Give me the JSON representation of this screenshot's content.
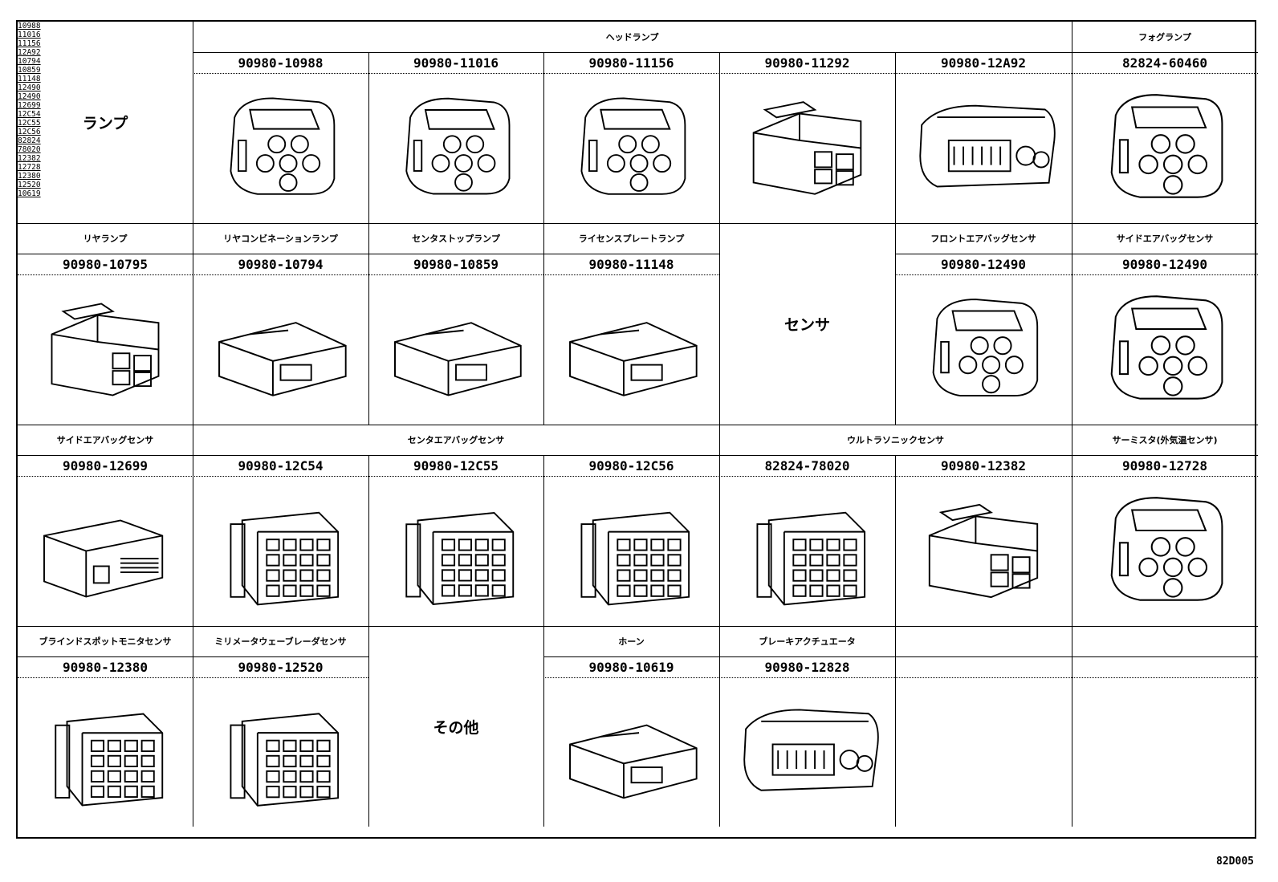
{
  "rows": [
    {
      "group_label": "ランプ",
      "headers": [
        {
          "text": "ヘッドランプ",
          "span": 5
        },
        {
          "text": "フォグランプ",
          "span": 1
        }
      ],
      "parts": [
        {
          "pn": "90980-10988",
          "callout": "10988"
        },
        {
          "pn": "90980-11016",
          "callout": "11016"
        },
        {
          "pn": "90980-11156",
          "callout": "11156"
        },
        {
          "pn": "90980-11292",
          "callout": ""
        },
        {
          "pn": "90980-12A92",
          "callout": "12A92"
        },
        {
          "pn": "82824-60460",
          "callout": ""
        }
      ]
    },
    {
      "headers": [
        {
          "text": "リヤランプ"
        },
        {
          "text": "リヤコンビネーションランプ"
        },
        {
          "text": "センタストップランプ"
        },
        {
          "text": "ライセンスプレートランプ"
        },
        {
          "text": "センサ"
        },
        {
          "text": "フロントエアバッグセンサ"
        },
        {
          "text": "サイドエアバッグセンサ"
        }
      ],
      "parts": [
        {
          "pn": "90980-10795",
          "callout": ""
        },
        {
          "pn": "90980-10794",
          "callout": "10794"
        },
        {
          "pn": "90980-10859",
          "callout": "10859"
        },
        {
          "pn": "90980-11148",
          "callout": "11148"
        },
        {
          "pn": "",
          "callout": ""
        },
        {
          "pn": "90980-12490",
          "callout": "12490"
        },
        {
          "pn": "90980-12490",
          "callout": "12490"
        }
      ]
    },
    {
      "headers": [
        {
          "text": "サイドエアバッグセンサ",
          "span": 1
        },
        {
          "text": "センタエアバッグセンサ",
          "span": 3
        },
        {
          "text": "ウルトラソニックセンサ",
          "span": 2
        },
        {
          "text": "サーミスタ(外気温センサ)",
          "span": 1
        }
      ],
      "parts": [
        {
          "pn": "90980-12699",
          "callout": "12699"
        },
        {
          "pn": "90980-12C54",
          "callout": "12C54"
        },
        {
          "pn": "90980-12C55",
          "callout": "12C55"
        },
        {
          "pn": "90980-12C56",
          "callout": "12C56"
        },
        {
          "pn": "82824-78020",
          "callout": "82824\n78020"
        },
        {
          "pn": "90980-12382",
          "callout": "12382"
        },
        {
          "pn": "90980-12728",
          "callout": "12728"
        }
      ]
    },
    {
      "headers": [
        {
          "text": "ブラインドスポットモニタセンサ"
        },
        {
          "text": "ミリメータウェーブレーダセンサ"
        },
        {
          "text": "その他"
        },
        {
          "text": "ホーン"
        },
        {
          "text": "ブレーキアクチュエータ"
        },
        {
          "text": ""
        },
        {
          "text": ""
        }
      ],
      "parts": [
        {
          "pn": "90980-12380",
          "callout": "12380"
        },
        {
          "pn": "90980-12520",
          "callout": "12520"
        },
        {
          "pn": "",
          "callout": ""
        },
        {
          "pn": "90980-10619",
          "callout": "10619"
        },
        {
          "pn": "90980-12828",
          "callout": ""
        },
        {
          "pn": "",
          "callout": ""
        },
        {
          "pn": "",
          "callout": ""
        }
      ]
    }
  ],
  "doc_code": "82D005"
}
